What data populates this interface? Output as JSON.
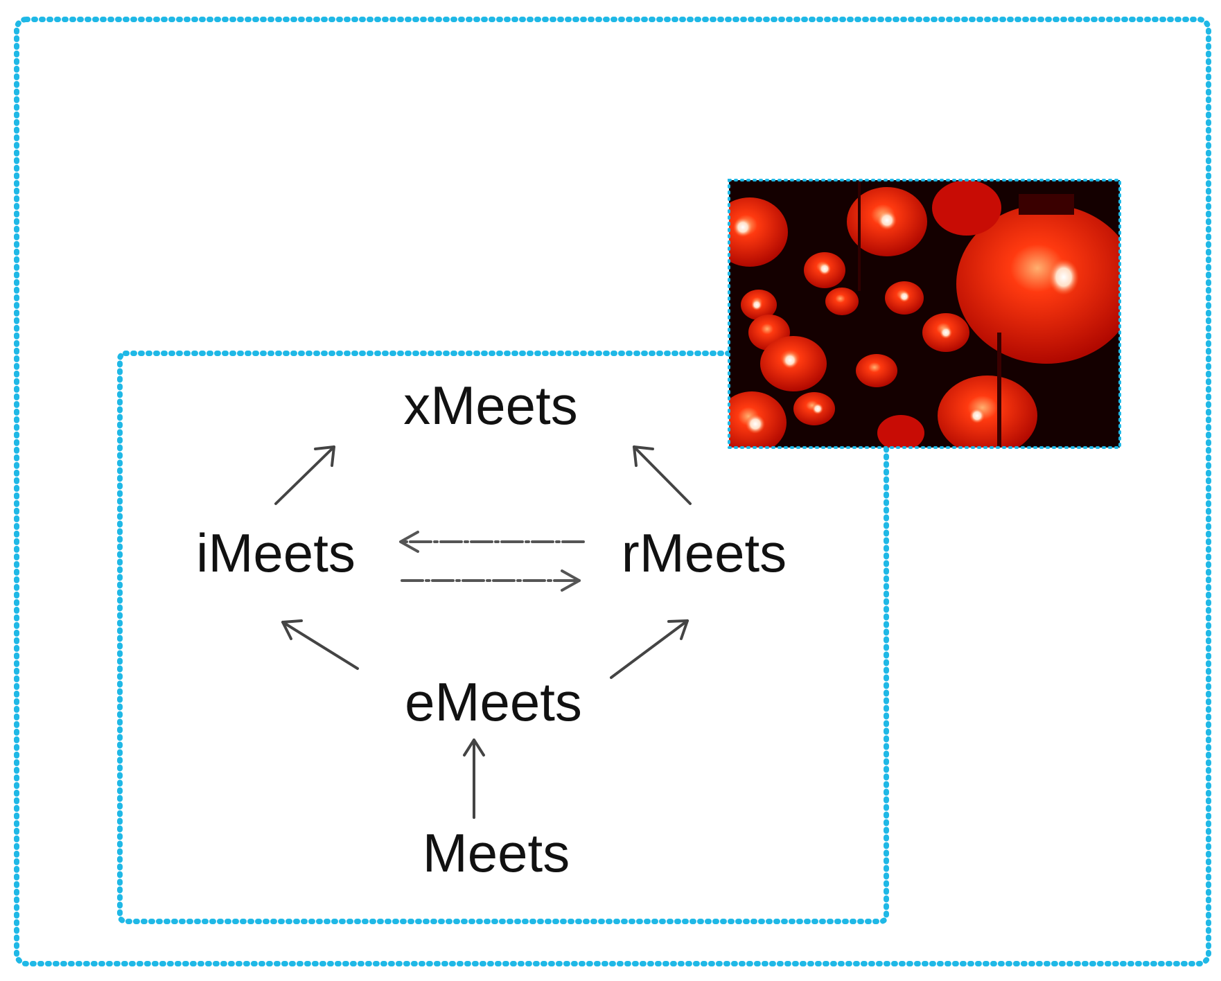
{
  "colors": {
    "frame_dotted": "#1fb8e6",
    "text": "#111111",
    "arrow_solid": "#444444",
    "arrow_dashed": "#555555",
    "photo_background": "#140000",
    "lantern_red": "#e8120a",
    "lantern_glow": "#ffd9c0"
  },
  "image": {
    "subject": "red lanterns at night"
  },
  "nodes": {
    "xmeets": "xMeets",
    "imeets": "iMeets",
    "rmeets": "rMeets",
    "emeets": "eMeets",
    "meets": "Meets"
  },
  "edges": [
    {
      "from": "Meets",
      "to": "eMeets",
      "style": "solid"
    },
    {
      "from": "eMeets",
      "to": "iMeets",
      "style": "solid"
    },
    {
      "from": "eMeets",
      "to": "rMeets",
      "style": "solid"
    },
    {
      "from": "iMeets",
      "to": "xMeets",
      "style": "solid"
    },
    {
      "from": "rMeets",
      "to": "xMeets",
      "style": "solid"
    },
    {
      "from": "iMeets",
      "to": "rMeets",
      "style": "dashed"
    },
    {
      "from": "rMeets",
      "to": "iMeets",
      "style": "dashed"
    }
  ]
}
